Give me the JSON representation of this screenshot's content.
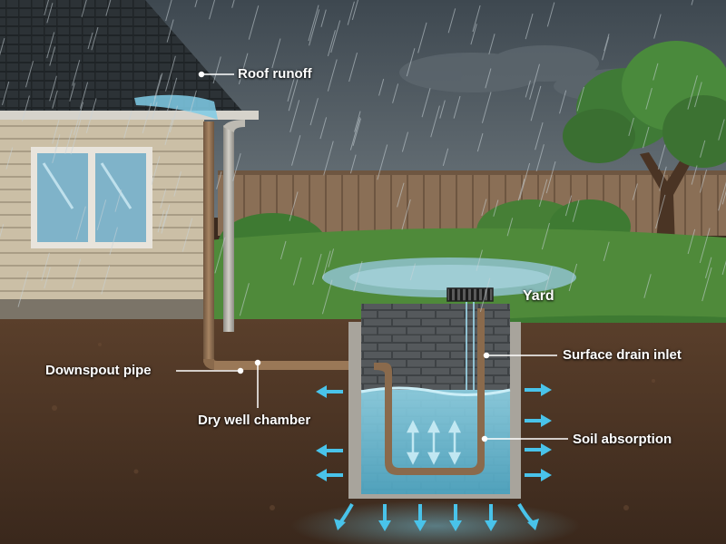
{
  "labels": {
    "roof_runoff": "Roof runoff",
    "yard": "Yard",
    "surface_drain_inlet": "Surface drain inlet",
    "downspout_pipe": "Downspout pipe",
    "dry_well_chamber": "Dry well chamber",
    "soil_absorption": "Soil absorption"
  },
  "colors": {
    "sky": "#4f5a63",
    "soil": "#4a3425",
    "grass": "#4f8a3a",
    "water": "#6fc3dc",
    "arrow": "#49c3ea",
    "pipe": "#8a6a4c",
    "siding": "#cbbfa6",
    "fence": "#8a6f56"
  },
  "icons": {
    "absorption_arrow": "arrow-icon",
    "drain_grate": "grate-icon"
  }
}
